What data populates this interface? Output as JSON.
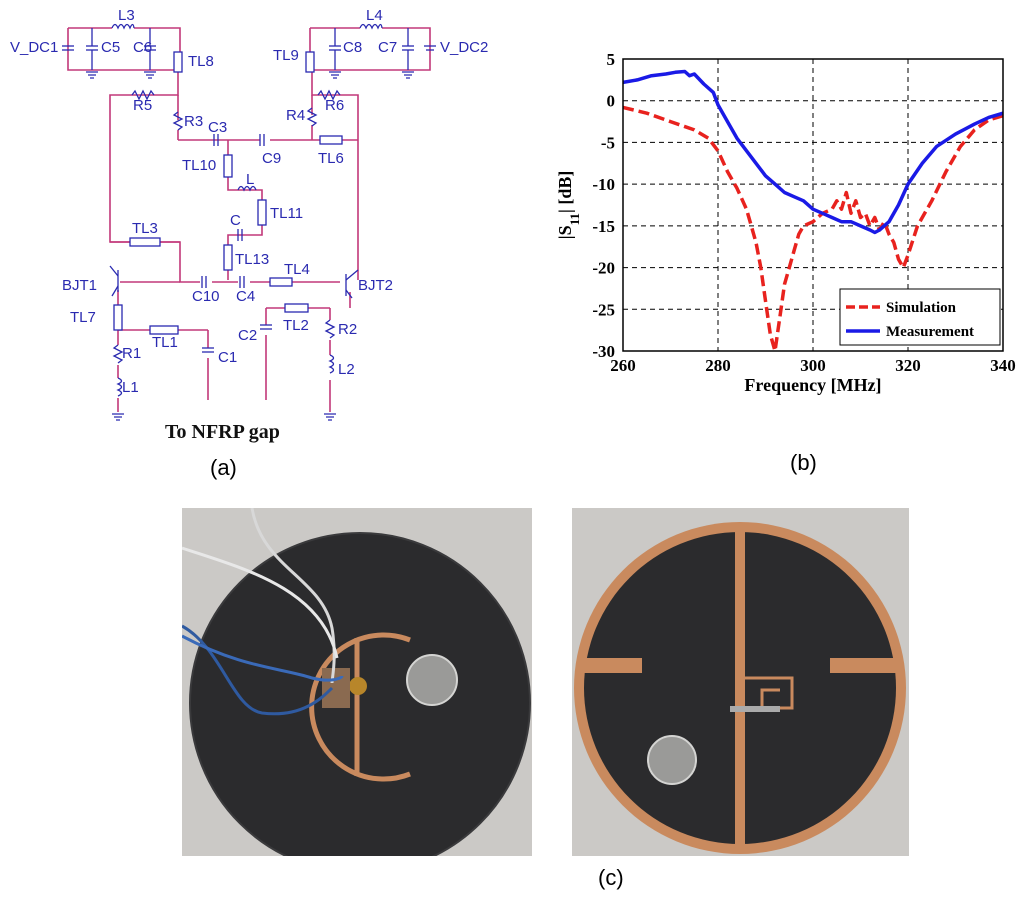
{
  "figure": {
    "panel_a": {
      "caption": "(a)",
      "footer_label": "To NFRP gap",
      "component_labels": {
        "vdc1": "V_DC1",
        "vdc2": "V_DC2",
        "l3": "L3",
        "l4": "L4",
        "c5": "C5",
        "c6": "C6",
        "c7": "C7",
        "c8": "C8",
        "tl8": "TL8",
        "tl9": "TL9",
        "r5": "R5",
        "r3": "R3",
        "r4": "R4",
        "r6": "R6",
        "c3": "C3",
        "c9": "C9",
        "tl10": "TL10",
        "tl6": "TL6",
        "l": "L",
        "tl11": "TL11",
        "c": "C",
        "tl13": "TL13",
        "tl3": "TL3",
        "tl4": "TL4",
        "bjt1": "BJT1",
        "bjt2": "BJT2",
        "c10": "C10",
        "c4": "C4",
        "tl7": "TL7",
        "tl1": "TL1",
        "tl2": "TL2",
        "c1": "C1",
        "c2": "C2",
        "r1": "R1",
        "r2": "R2",
        "l1": "L1",
        "l2": "L2"
      },
      "colors": {
        "wire": "#c2387a",
        "component": "#2a2ab0"
      }
    },
    "panel_b": {
      "caption": "(b)",
      "colors": {
        "simulation": "#e8221e",
        "measurement": "#1a1ae6"
      }
    },
    "panel_c": {
      "caption": "(c)",
      "colors": {
        "board": "#2b2b2d",
        "copper": "#c98a5e",
        "background": "#c9c8c6"
      }
    }
  },
  "chart_data": {
    "type": "line",
    "xlabel": "Frequency [MHz]",
    "ylabel_main": "|S",
    "ylabel_sub": "11",
    "ylabel_tail": "| [dB]",
    "xlim": [
      260,
      340
    ],
    "ylim": [
      -30,
      5
    ],
    "xticks": [
      "260",
      "280",
      "300",
      "320",
      "340"
    ],
    "yticks": [
      "5",
      "0",
      "-5",
      "-10",
      "-15",
      "-20",
      "-25",
      "-30"
    ],
    "grid": "dashed, x at 280/300/320, y every 5 dB",
    "legend_position": "bottom-right",
    "series": [
      {
        "name": "Simulation",
        "style": "dashed",
        "x": [
          260,
          265,
          270,
          275,
          278,
          280,
          282,
          284,
          286,
          287,
          288,
          289,
          290,
          291,
          292,
          293,
          294,
          295,
          296,
          297,
          298,
          300,
          302,
          304,
          305,
          306,
          307,
          308,
          309,
          310,
          311,
          312,
          313,
          314,
          315,
          316,
          317,
          318,
          319,
          320,
          322,
          325,
          328,
          331,
          334,
          337,
          340
        ],
        "y": [
          -0.8,
          -1.5,
          -2.5,
          -3.5,
          -4.5,
          -6,
          -8.5,
          -10.5,
          -13,
          -15,
          -17,
          -20,
          -24,
          -28,
          -30,
          -26,
          -22,
          -20,
          -18,
          -16,
          -15,
          -14.5,
          -13.5,
          -13,
          -12,
          -13,
          -11,
          -13.5,
          -12,
          -14,
          -13.5,
          -15,
          -14,
          -15.5,
          -14.5,
          -16,
          -17,
          -19,
          -20,
          -18.5,
          -15,
          -12,
          -8.5,
          -5.5,
          -3.5,
          -2.3,
          -1.8
        ]
      },
      {
        "name": "Measurement",
        "style": "solid",
        "x": [
          260,
          263,
          266,
          269,
          271,
          273,
          274,
          275,
          277,
          279,
          280,
          282,
          284,
          286,
          288,
          290,
          292,
          294,
          296,
          298,
          300,
          302,
          304,
          306,
          308,
          310,
          312,
          313,
          314,
          316,
          318,
          320,
          323,
          326,
          330,
          334,
          337,
          340
        ],
        "y": [
          2.2,
          2.5,
          3.0,
          3.2,
          3.4,
          3.5,
          3.0,
          3.2,
          2.0,
          1.0,
          -0.5,
          -2.5,
          -4.5,
          -6,
          -7.5,
          -9,
          -10,
          -11,
          -11.5,
          -12,
          -13,
          -13.5,
          -14,
          -14.5,
          -14.5,
          -15,
          -15.5,
          -15.8,
          -15.5,
          -14.5,
          -12.5,
          -10,
          -7.5,
          -5.5,
          -4,
          -2.8,
          -2,
          -1.5
        ]
      }
    ]
  }
}
